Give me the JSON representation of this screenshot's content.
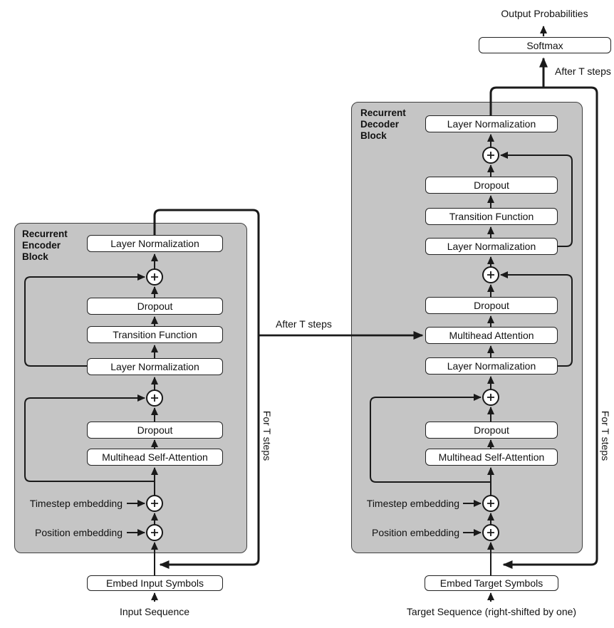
{
  "diagram": {
    "output_label": "Output Probabilities",
    "softmax_label": "Softmax",
    "after_t_steps_top": "After T steps",
    "after_t_steps_mid": "After T steps",
    "encoder": {
      "block_label": "Recurrent\nEncoder\nBlock",
      "for_t_steps": "For T steps",
      "boxes": [
        "Layer Normalization",
        "Dropout",
        "Transition Function",
        "Layer Normalization",
        "Dropout",
        "Multihead Self-Attention"
      ],
      "timestep_label": "Timestep embedding",
      "position_label": "Position embedding",
      "embed_label": "Embed Input Symbols",
      "sequence_label": "Input Sequence"
    },
    "decoder": {
      "block_label": "Recurrent\nDecoder\nBlock",
      "for_t_steps": "For T steps",
      "boxes": [
        "Layer Normalization",
        "Dropout",
        "Transition Function",
        "Layer Normalization",
        "Dropout",
        "Multihead Attention",
        "Layer Normalization",
        "Dropout",
        "Multihead Self-Attention"
      ],
      "timestep_label": "Timestep embedding",
      "position_label": "Position embedding",
      "embed_label": "Embed Target Symbols",
      "sequence_label": "Target Sequence (right-shifted by one)"
    },
    "add_symbol": "+",
    "colors": {
      "block_fill": "#c5c5c5",
      "block_border": "#3f3f3f",
      "box_fill": "#ffffff",
      "box_border": "#222222",
      "line": "#1a1a1a"
    }
  }
}
